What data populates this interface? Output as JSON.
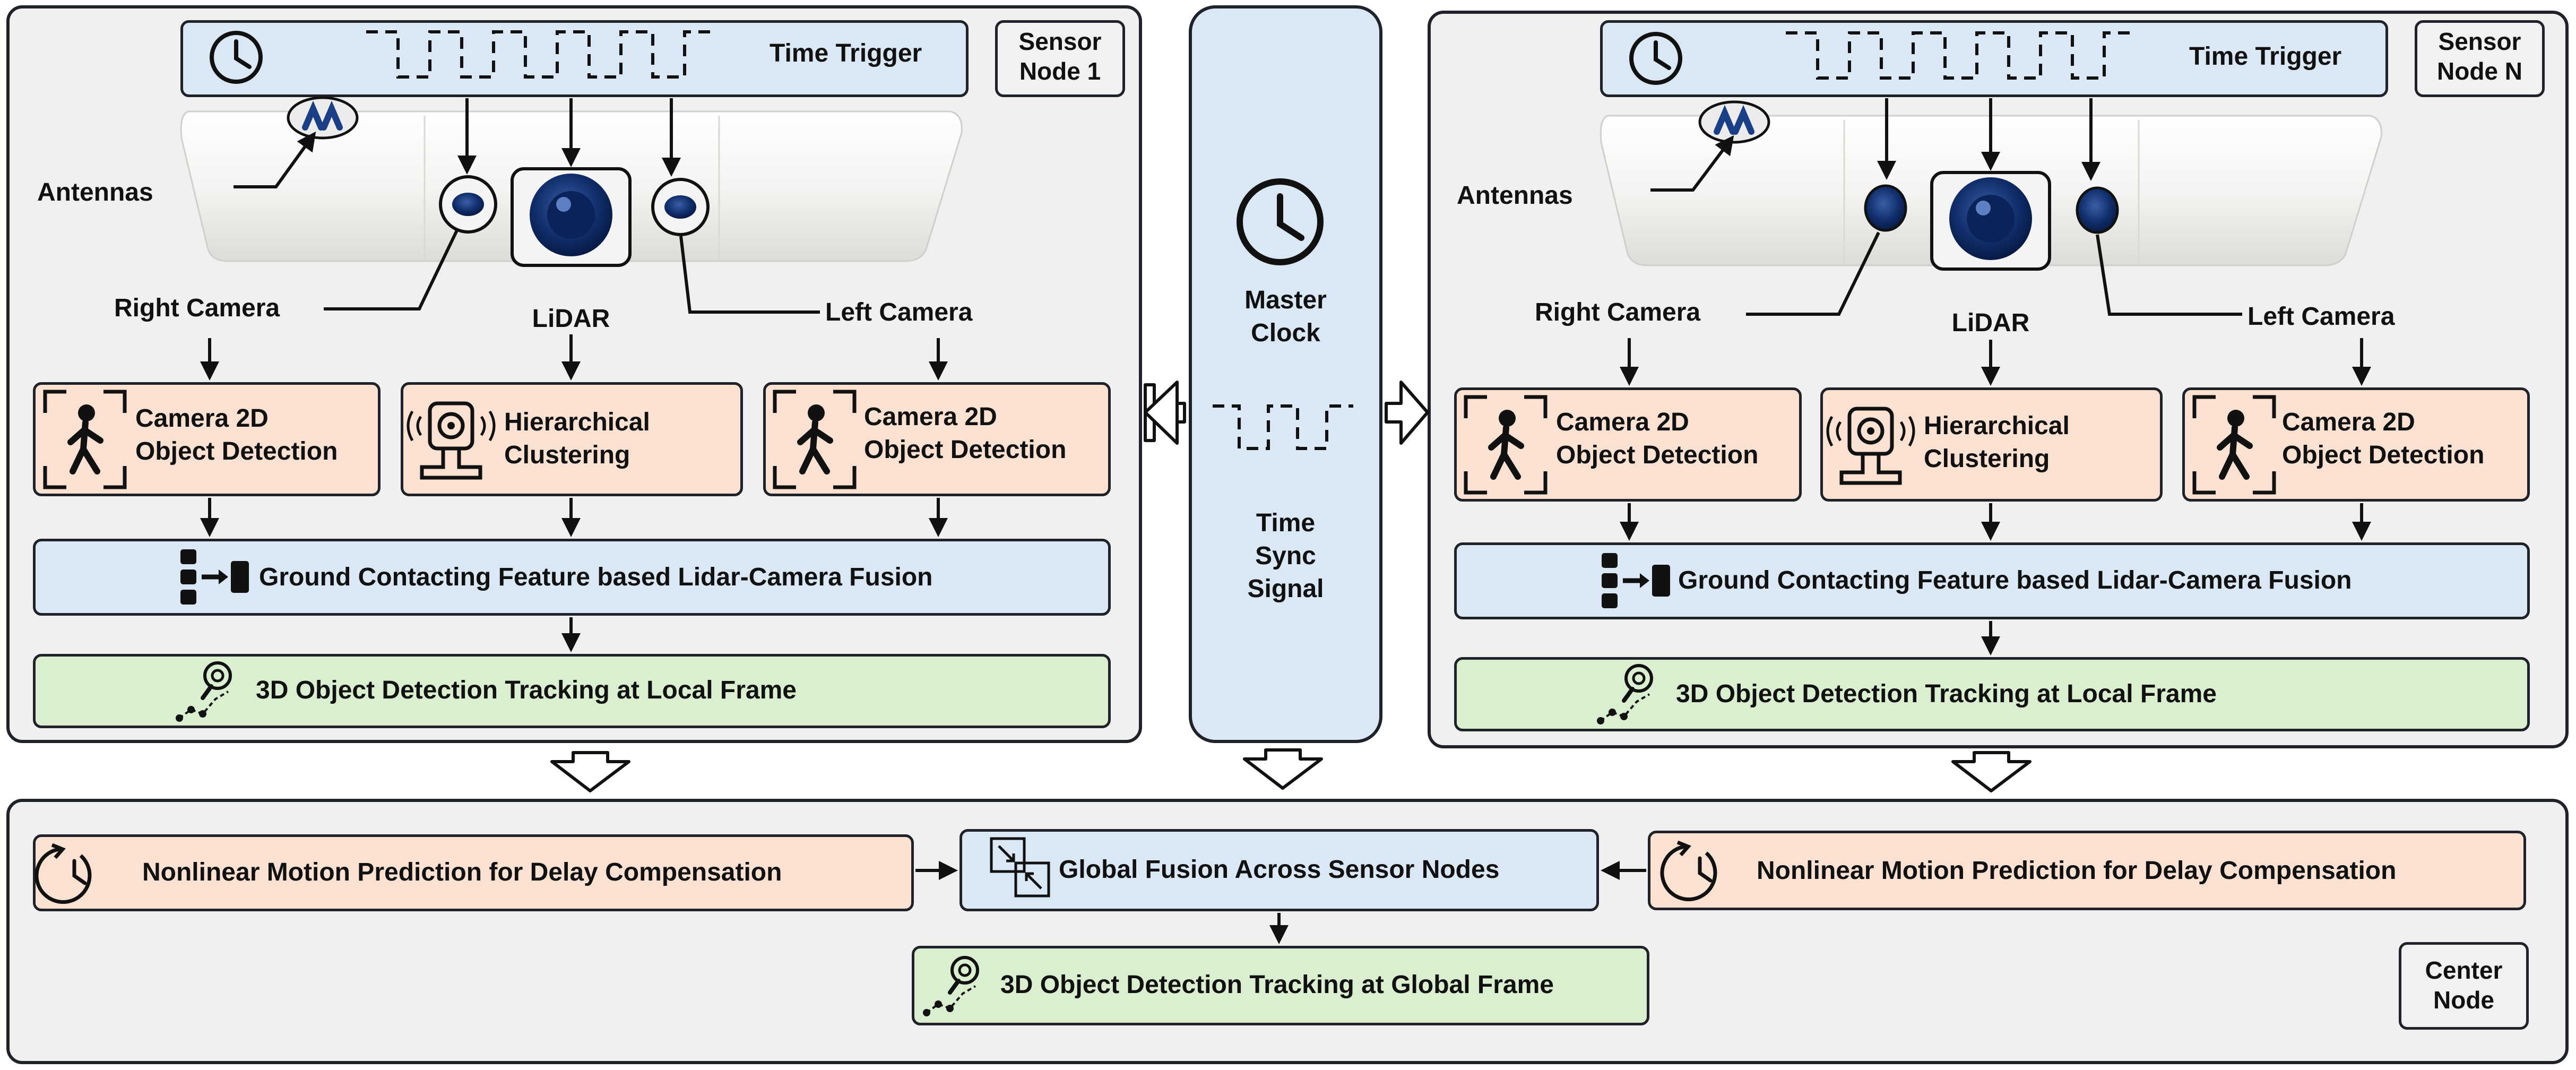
{
  "sensor_nodes": [
    {
      "tag_line1": "Sensor",
      "tag_line2": "Node 1",
      "time_trigger": "Time Trigger",
      "antennas": "Antennas",
      "right_camera": "Right Camera",
      "lidar": "LiDAR",
      "left_camera": "Left Camera",
      "cam_det_line1": "Camera 2D",
      "cam_det_line2": "Object Detection",
      "cluster_line1": "Hierarchical",
      "cluster_line2": "Clustering",
      "fusion": "Ground Contacting Feature based Lidar-Camera Fusion",
      "local_tracking": "3D Object Detection Tracking at Local Frame"
    },
    {
      "tag_line1": "Sensor",
      "tag_line2": "Node N",
      "time_trigger": "Time Trigger",
      "antennas": "Antennas",
      "right_camera": "Right Camera",
      "lidar": "LiDAR",
      "left_camera": "Left Camera",
      "cam_det_line1": "Camera 2D",
      "cam_det_line2": "Object Detection",
      "cluster_line1": "Hierarchical",
      "cluster_line2": "Clustering",
      "fusion": "Ground Contacting Feature based Lidar-Camera Fusion",
      "local_tracking": "3D Object Detection Tracking at Local Frame"
    }
  ],
  "master_clock": {
    "line1": "Master",
    "line2": "Clock",
    "sync_line1": "Time",
    "sync_line2": "Sync",
    "sync_line3": "Signal"
  },
  "center_node": {
    "tag_line1": "Center",
    "tag_line2": "Node",
    "motion_prediction_left": "Nonlinear Motion Prediction for Delay Compensation",
    "motion_prediction_right": "Nonlinear Motion Prediction for Delay Compensation",
    "global_fusion": "Global Fusion Across Sensor Nodes",
    "global_tracking": "3D Object Detection Tracking at Global Frame"
  },
  "colors": {
    "blue_box": "#dae8f6",
    "orange_box": "#fbe1d2",
    "green_box": "#d9efcf",
    "panel": "#f0f0f0",
    "camera_lens": "#0e2a66",
    "outline": "#1f2329"
  },
  "icons": [
    "clock-icon",
    "square-wave-icon",
    "antenna-icon",
    "pedestrian-icon",
    "lidar-sensor-icon",
    "data-transfer-icon",
    "trajectory-search-icon",
    "delay-clock-icon",
    "merge-arrows-icon",
    "hollow-arrow-icon"
  ]
}
